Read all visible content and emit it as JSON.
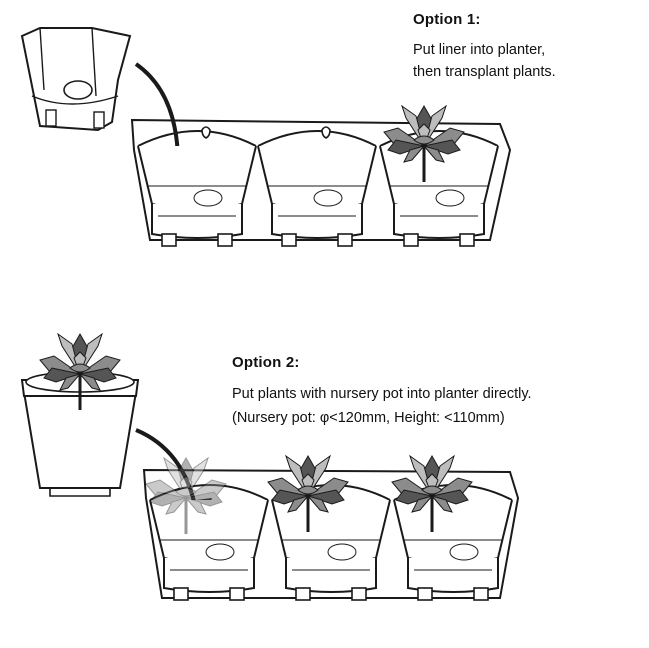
{
  "option1": {
    "title": "Option 1:",
    "line1": "Put liner into planter,",
    "line2": "then transplant plants."
  },
  "option2": {
    "title": "Option 2:",
    "line1": "Put plants with nursery pot  into planter directly.",
    "line2": "(Nursery pot: φ<120mm, Height: <110mm)"
  },
  "colors": {
    "line": "#1a1a1a",
    "leaf_dark": "#555555",
    "leaf_mid": "#8c8c8c",
    "leaf_light": "#bdbdbd",
    "background": "#ffffff"
  }
}
